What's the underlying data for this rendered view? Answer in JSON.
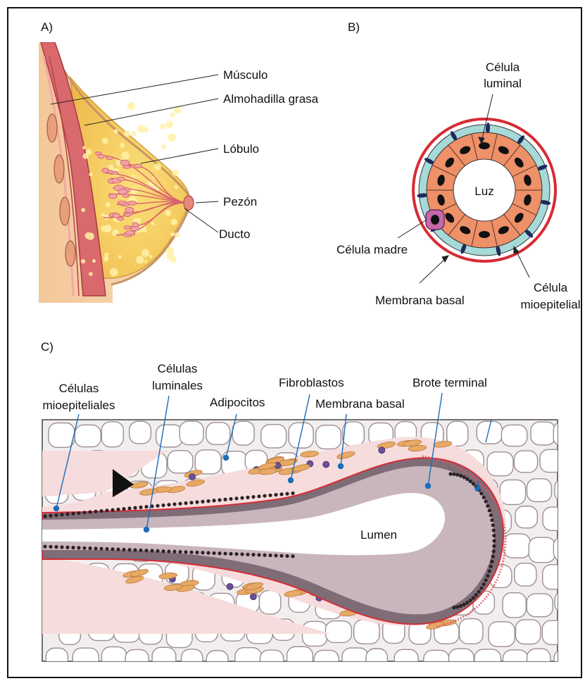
{
  "panels": {
    "a": "A)",
    "b": "B)",
    "c": "C)"
  },
  "panel_a": {
    "musculo": "Músculo",
    "almohadilla": "Almohadilla grasa",
    "lobulo": "Lóbulo",
    "pezon": "Pezón",
    "ducto": "Ducto"
  },
  "panel_b": {
    "celula_luminal_1": "Célula",
    "celula_luminal_2": "luminal",
    "luz": "Luz",
    "celula_madre": "Célula madre",
    "membrana_basal": "Membrana basal",
    "celula_mioepitelial_1": "Célula",
    "celula_mioepitelial_2": "mioepitelial"
  },
  "panel_c": {
    "mioepiteliales_1": "Células",
    "mioepiteliales_2": "mioepiteliales",
    "luminales_1": "Células",
    "luminales_2": "luminales",
    "adipocitos": "Adipocitos",
    "fibroblastos": "Fibroblastos",
    "membrana_basal": "Membrana basal",
    "brote_terminal": "Brote terminal",
    "lumen": "Lumen"
  },
  "colors": {
    "luminal_cell": "#ee9068",
    "myoepithelial": "#a6dad8",
    "basement_membrane": "#d62c35",
    "nucleus": "#1b1b1b",
    "stem_cell": "#b4569c",
    "duct_wall": "#7c6b75",
    "stroma": "#f5d8d8",
    "fibroblast": "#e8a965",
    "immune_cell": "#6a5296",
    "leader_line": "#1a6db8"
  }
}
